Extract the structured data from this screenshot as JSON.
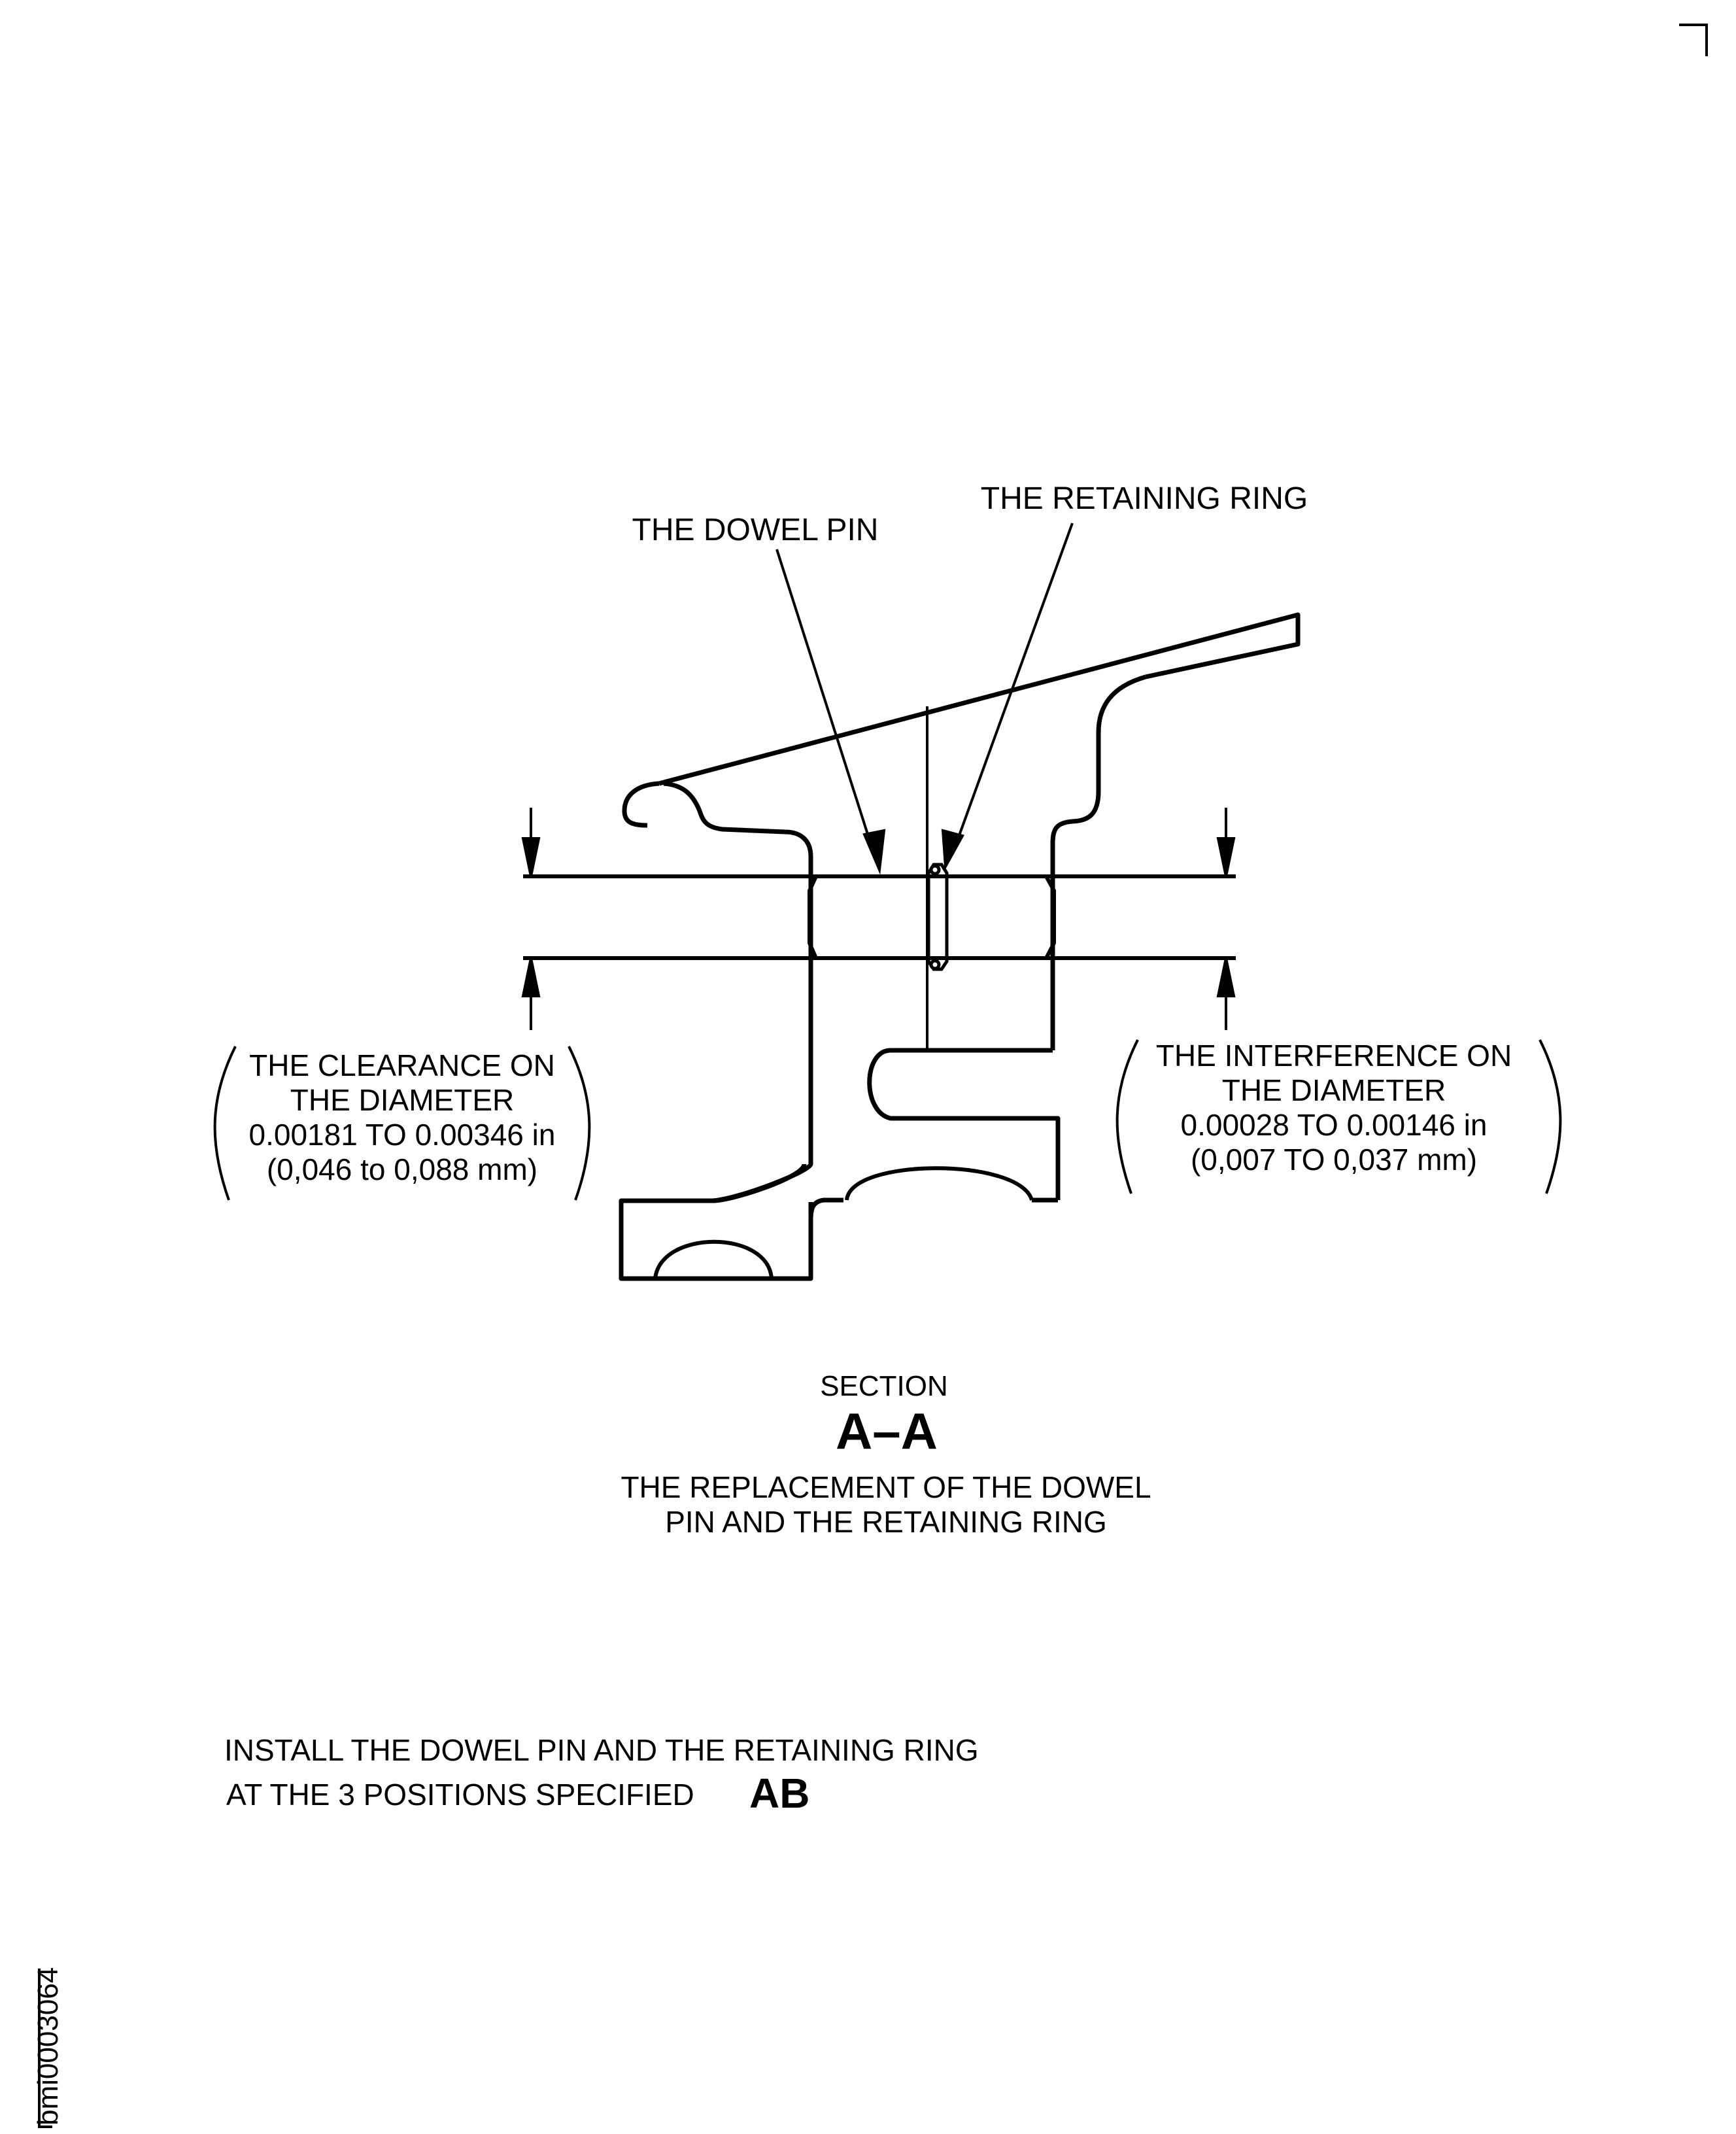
{
  "labels": {
    "dowel_pin": "THE DOWEL PIN",
    "retaining_ring": "THE RETAINING RING",
    "clearance_line1": "THE CLEARANCE ON",
    "clearance_line2": "THE DIAMETER",
    "clearance_line3": "0.00181 TO 0.00346 in",
    "clearance_line4": "(0,046 to 0,088 mm)",
    "interference_line1": "THE INTERFERENCE ON",
    "interference_line2": "THE DIAMETER",
    "interference_line3": "0.00028 TO 0.00146 in",
    "interference_line4": "(0,007 TO 0,037 mm)"
  },
  "section": {
    "word": "SECTION",
    "id": "A–A",
    "caption_line1": "THE REPLACEMENT OF THE DOWEL",
    "caption_line2": "PIN AND THE RETAINING RING"
  },
  "instruction": {
    "line1": "INSTALL THE DOWEL PIN AND THE RETAINING RING",
    "line2": "AT THE 3 POSITIONS SPECIFIED",
    "ref": "AB"
  },
  "figure_id": "bmi0003064",
  "colors": {
    "ink": "#000000",
    "paper": "#ffffff"
  }
}
